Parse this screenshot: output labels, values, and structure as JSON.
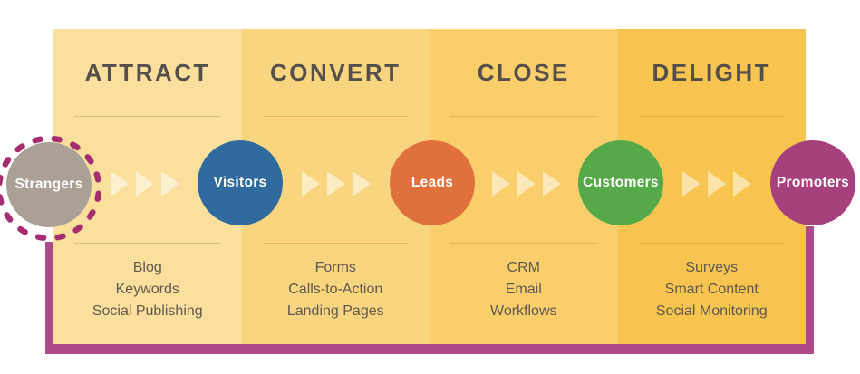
{
  "panels": [
    {
      "title": "ATTRACT",
      "color": "#FBDF9D",
      "items": [
        "Blog",
        "Keywords",
        "Social Publishing"
      ]
    },
    {
      "title": "CONVERT",
      "color": "#FAD57F",
      "items": [
        "Forms",
        "Calls-to-Action",
        "Landing Pages"
      ]
    },
    {
      "title": "CLOSE",
      "color": "#F9CE6B",
      "items": [
        "CRM",
        "Email",
        "Workflows"
      ]
    },
    {
      "title": "DELIGHT",
      "color": "#F7C54F",
      "items": [
        "Surveys",
        "Smart Content",
        "Social Monitoring"
      ]
    }
  ],
  "circles": [
    {
      "label": "Strangers",
      "color": "#ABA096"
    },
    {
      "label": "Visitors",
      "color": "#2F6B9E"
    },
    {
      "label": "Leads",
      "color": "#E0713C"
    },
    {
      "label": "Customers",
      "color": "#56A949"
    },
    {
      "label": "Promoters",
      "color": "#A7417E"
    }
  ],
  "colors": {
    "connector_border": "#AD4A89",
    "dashed_ring": "#A52D70",
    "heading_text": "#544F4A",
    "list_text": "#5F584E",
    "circle_text": "#FFFFFF"
  }
}
